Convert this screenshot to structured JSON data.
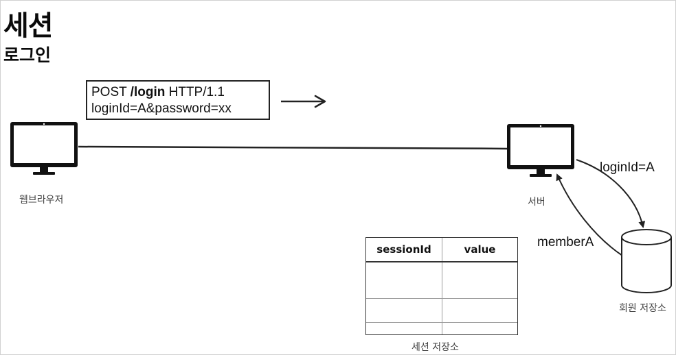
{
  "header": {
    "title": "세션",
    "subtitle": "로그인"
  },
  "request": {
    "line1_method": "POST",
    "line1_path": "/login",
    "line1_version": "HTTP/1.1",
    "line2": "loginId=A&password=xx"
  },
  "nodes": {
    "browser_label": "웹브라우저",
    "server_label": "서버",
    "member_store_label": "회원 저장소",
    "session_store_label": "세션 저장소"
  },
  "edges": {
    "login_id_label": "loginId=A",
    "member_label": "memberA"
  },
  "session_table": {
    "columns": [
      "sessionId",
      "value"
    ],
    "rows": [
      [
        "",
        ""
      ],
      [
        "",
        ""
      ],
      [
        "",
        ""
      ]
    ]
  },
  "icons": {
    "browser": "monitor-icon",
    "server": "monitor-icon",
    "member_store": "database-cylinder-icon",
    "arrow": "arrow-right-icon"
  }
}
